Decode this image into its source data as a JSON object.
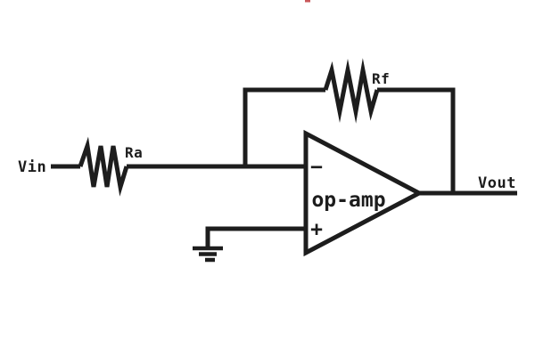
{
  "diagram": {
    "type": "circuit-schematic",
    "description_visible": "inverting op-amp amplifier with input resistor and feedback resistor",
    "labels": {
      "input": "Vin",
      "input_resistor": "Ra",
      "feedback_resistor": "Rf",
      "output": "Vout",
      "opamp": "op-amp",
      "inverting_input": "−",
      "noninverting_input": "+"
    },
    "colors": {
      "line": "#1d1d1d",
      "bg": "#ffffff",
      "artifact": "#c9575a"
    }
  }
}
